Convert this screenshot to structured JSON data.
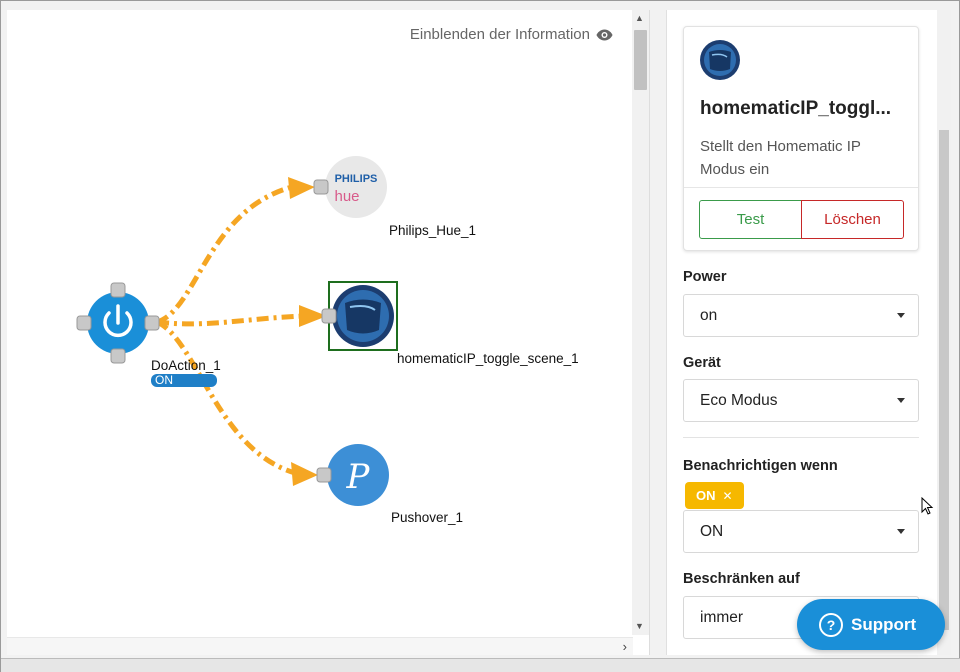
{
  "canvas": {
    "info_toggle_label": "Einblenden der Information",
    "nodes": [
      {
        "label": "DoAction_1",
        "badge": "ON"
      },
      {
        "label": "Philips_Hue_1",
        "logo_text_top": "PHILIPS",
        "logo_text_bottom": "hue"
      },
      {
        "label": "homematicIP_toggle_scene_1"
      },
      {
        "label": "Pushover_1",
        "logo_glyph": "P"
      }
    ]
  },
  "panel": {
    "card": {
      "title": "homematicIP_toggl...",
      "description": "Stellt den Homematic IP Modus ein",
      "test_label": "Test",
      "delete_label": "Löschen"
    },
    "fields": {
      "power_label": "Power",
      "power_value": "on",
      "device_label": "Gerät",
      "device_value": "Eco Modus",
      "notify_label": "Benachrichtigen wenn",
      "notify_chip": "ON",
      "notify_value": "ON",
      "restrict_label": "Beschränken auf",
      "restrict_value": "immer"
    }
  },
  "support": {
    "label": "Support"
  },
  "colors": {
    "edge": "#f5a623",
    "accent_blue": "#1a8fd8",
    "test_green": "#3a9b4a",
    "delete_red": "#c62828",
    "chip_yellow": "#f6b800"
  }
}
